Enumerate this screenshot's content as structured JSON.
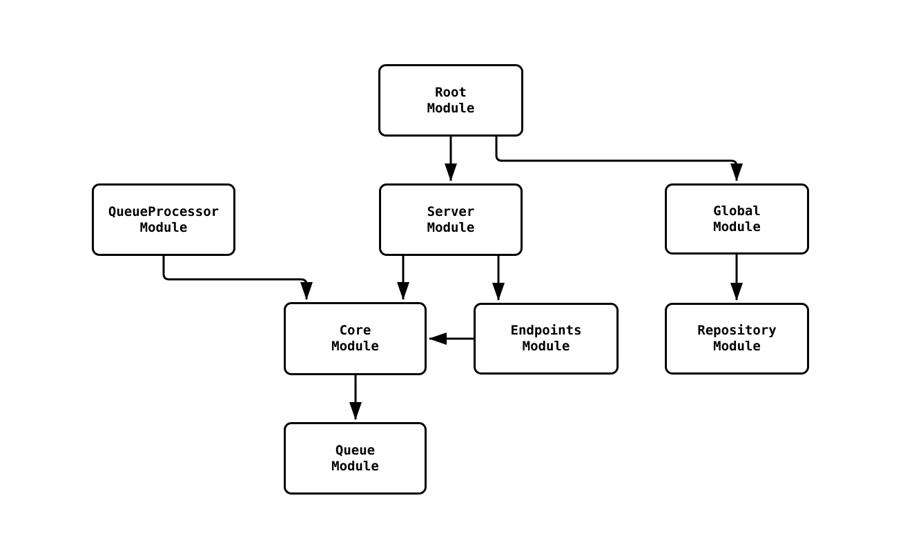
{
  "diagram": {
    "type": "module-dependency-flowchart",
    "colors": {
      "background": "#ffffff",
      "node_fill": "#ffffff",
      "stroke": "#000000",
      "text": "#000000"
    },
    "nodes": {
      "root": {
        "label": "Root\nModule"
      },
      "queueProcessor": {
        "label": "QueueProcessor\nModule"
      },
      "server": {
        "label": "Server\nModule"
      },
      "global": {
        "label": "Global\nModule"
      },
      "core": {
        "label": "Core\nModule"
      },
      "endpoints": {
        "label": "Endpoints\nModule"
      },
      "repository": {
        "label": "Repository\nModule"
      },
      "queue": {
        "label": "Queue\nModule"
      }
    },
    "edges": [
      {
        "from": "Root Module",
        "to": "Server Module"
      },
      {
        "from": "Root Module",
        "to": "Global Module"
      },
      {
        "from": "QueueProcessor Module",
        "to": "Core Module"
      },
      {
        "from": "Server Module",
        "to": "Core Module"
      },
      {
        "from": "Server Module",
        "to": "Endpoints Module"
      },
      {
        "from": "Global Module",
        "to": "Repository Module"
      },
      {
        "from": "Endpoints Module",
        "to": "Core Module"
      },
      {
        "from": "Core Module",
        "to": "Queue Module"
      }
    ]
  }
}
